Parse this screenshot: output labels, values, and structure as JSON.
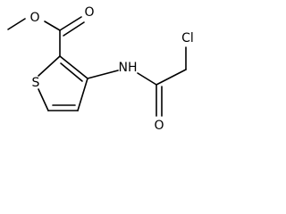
{
  "molecule": {
    "atoms": {
      "ester_carbonyl_oxygen": "O",
      "ester_ether_oxygen": "O",
      "ring_sulfur": "S",
      "amide_nitrogen": "NH",
      "amide_oxygen": "O",
      "chlorine": "Cl"
    }
  }
}
